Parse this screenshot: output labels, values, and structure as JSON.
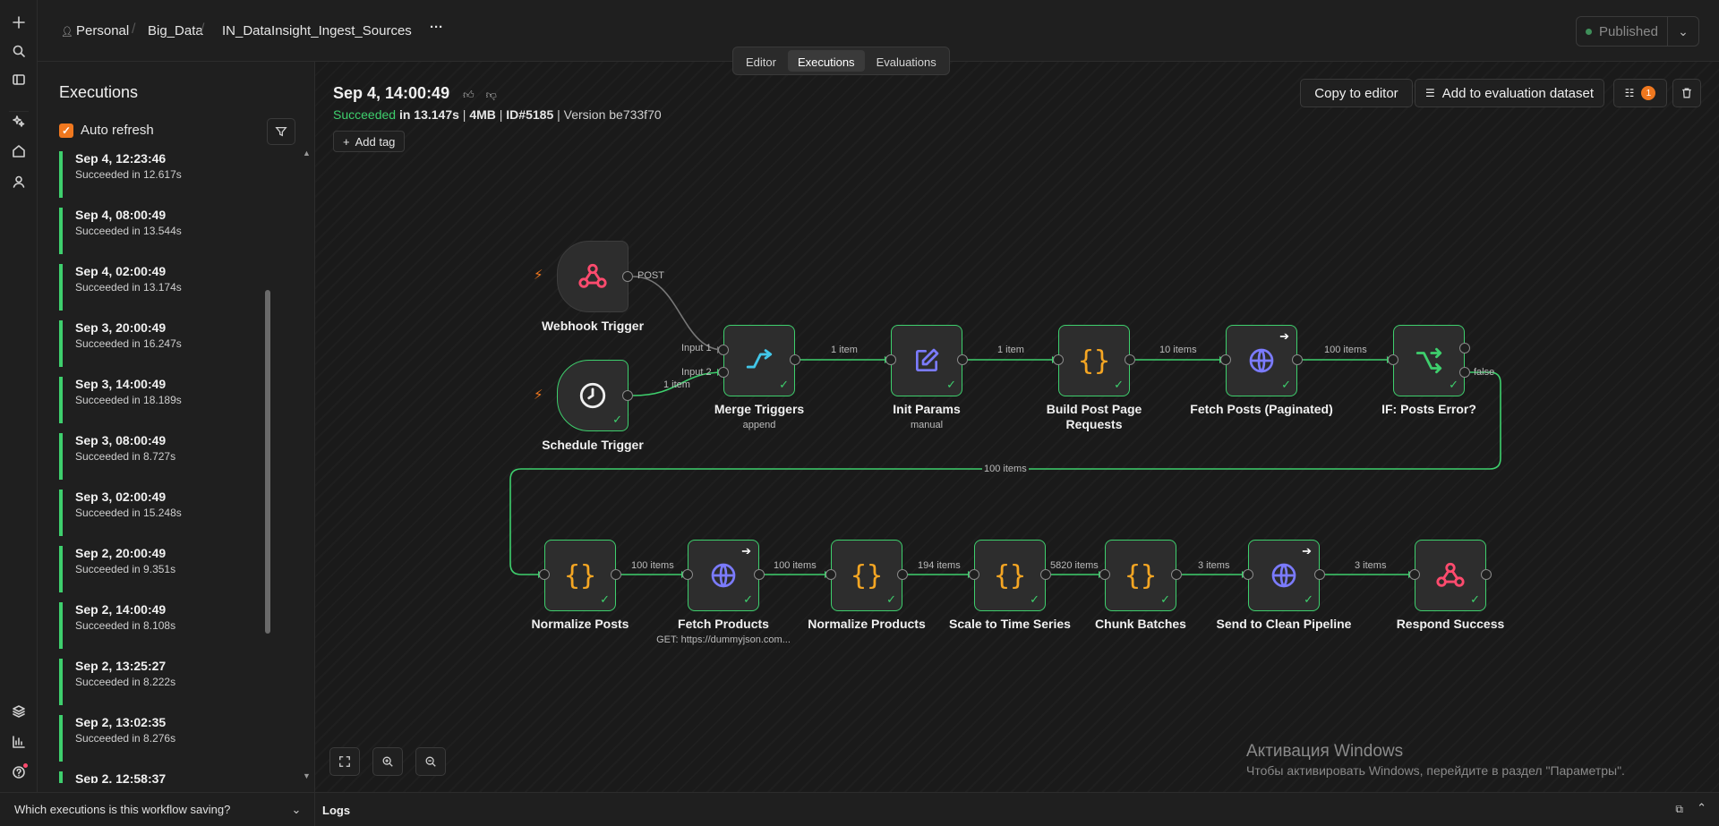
{
  "breadcrumb": {
    "project": "Personal",
    "folder": "Big_Data",
    "workflow": "IN_DataInsight_Ingest_Sources",
    "more": "···"
  },
  "tabs": [
    {
      "label": "Editor"
    },
    {
      "label": "Executions"
    },
    {
      "label": "Evaluations"
    }
  ],
  "status": {
    "published": "Published"
  },
  "panel": {
    "title": "Executions",
    "auto_refresh": "Auto refresh",
    "items": [
      {
        "time": "Sep 4, 12:23:46",
        "status": "Succeeded in 12.617s"
      },
      {
        "time": "Sep 4, 08:00:49",
        "status": "Succeeded in 13.544s"
      },
      {
        "time": "Sep 4, 02:00:49",
        "status": "Succeeded in 13.174s"
      },
      {
        "time": "Sep 3, 20:00:49",
        "status": "Succeeded in 16.247s"
      },
      {
        "time": "Sep 3, 14:00:49",
        "status": "Succeeded in 18.189s"
      },
      {
        "time": "Sep 3, 08:00:49",
        "status": "Succeeded in 8.727s"
      },
      {
        "time": "Sep 3, 02:00:49",
        "status": "Succeeded in 15.248s"
      },
      {
        "time": "Sep 2, 20:00:49",
        "status": "Succeeded in 9.351s"
      },
      {
        "time": "Sep 2, 14:00:49",
        "status": "Succeeded in 8.108s"
      },
      {
        "time": "Sep 2, 13:25:27",
        "status": "Succeeded in 8.222s"
      },
      {
        "time": "Sep 2, 13:02:35",
        "status": "Succeeded in 8.276s"
      },
      {
        "time": "Sep 2, 12:58:37",
        "status": ""
      }
    ],
    "footer_question": "Which executions is this workflow saving?"
  },
  "execution": {
    "title": "Sep 4, 14:00:49",
    "status": "Succeeded",
    "meta_in": " in 13.147s",
    "meta_size": "4MB",
    "meta_id": "ID#5185",
    "meta_version": "Version be733f70",
    "add_tag": "Add tag"
  },
  "actions": {
    "copy": "Copy to editor",
    "add_eval": "Add to evaluation dataset",
    "badge": "1"
  },
  "nodes": {
    "webhook": {
      "label": "Webhook Trigger",
      "handle_label": "POST"
    },
    "schedule": {
      "label": "Schedule Trigger"
    },
    "merge": {
      "label": "Merge Triggers",
      "sub": "append",
      "input1": "Input 1",
      "input2": "Input 2"
    },
    "init": {
      "label": "Init Params",
      "sub": "manual"
    },
    "build": {
      "label": "Build Post Page Requests"
    },
    "fetch_posts": {
      "label": "Fetch Posts (Paginated)"
    },
    "if_posts": {
      "label": "IF: Posts Error?",
      "false_label": "false"
    },
    "normalize_posts": {
      "label": "Normalize Posts"
    },
    "fetch_products": {
      "label": "Fetch Products",
      "sub": "GET: https://dummyjson.com..."
    },
    "normalize_products": {
      "label": "Normalize Products"
    },
    "scale": {
      "label": "Scale to Time Series"
    },
    "chunk": {
      "label": "Chunk Batches"
    },
    "send_clean": {
      "label": "Send to Clean Pipeline"
    },
    "respond": {
      "label": "Respond Success"
    }
  },
  "connections": {
    "schedule_merge": "1 item",
    "merge_init": "1 item",
    "init_build": "1 item",
    "build_fetch": "10 items",
    "fetch_if": "100 items",
    "if_normalize": "100 items",
    "norm_fetchprod": "100 items",
    "fetchprod_normprod": "100 items",
    "normprod_scale": "194 items",
    "scale_chunk": "5820 items",
    "chunk_send": "3 items",
    "send_respond": "3 items"
  },
  "watermark": {
    "title": "Активация Windows",
    "text": "Чтобы активировать Windows, перейдите в раздел \"Параметры\"."
  },
  "logs": {
    "title": "Logs"
  },
  "colors": {
    "accent": "#f0781f",
    "success": "#3ecf6d",
    "webhook": "#ff4b6e",
    "code": "#f5a623",
    "http": "#7b7bff",
    "merge": "#42c6e8"
  }
}
